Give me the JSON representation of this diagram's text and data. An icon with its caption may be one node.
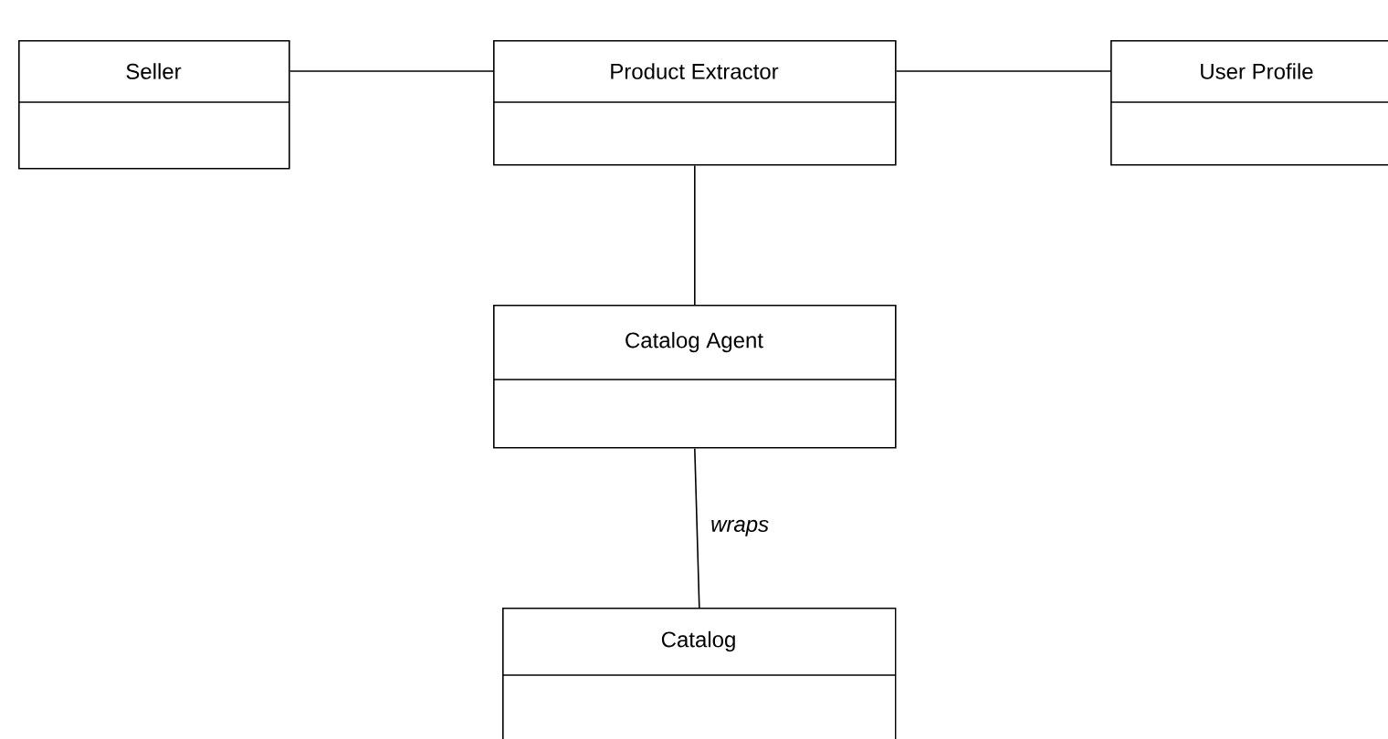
{
  "diagram": {
    "nodes": [
      {
        "text": [
          "Seller"
        ]
      },
      {
        "text": [
          "Product Extractor"
        ]
      },
      {
        "text": [
          "User Profile"
        ]
      },
      {
        "text": [
          "Catalog Agent"
        ]
      },
      {
        "text": [
          "Catalog"
        ]
      }
    ],
    "edges": [
      {
        "from": 0,
        "to": 1,
        "arrow": "none"
      },
      {
        "from": 1,
        "to": 2,
        "arrow": "none"
      },
      {
        "from": 1,
        "to": 3,
        "arrow": "none"
      },
      {
        "from": 3,
        "to": 4,
        "arrow": "none",
        "label": "wraps"
      }
    ]
  }
}
